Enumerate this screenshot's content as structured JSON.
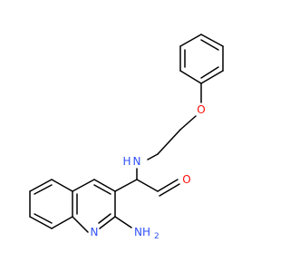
{
  "molecule": {
    "atoms": [
      {
        "label": "N",
        "color": "#3050f8"
      },
      {
        "label": "H",
        "color": "#3050f8"
      },
      {
        "label": "O",
        "color": "#ff0d0d"
      },
      {
        "label": "N",
        "color": "#3050f8"
      },
      {
        "label": "NH",
        "color": "#3050f8"
      },
      {
        "label": "2",
        "color": "#3050f8"
      }
    ]
  }
}
